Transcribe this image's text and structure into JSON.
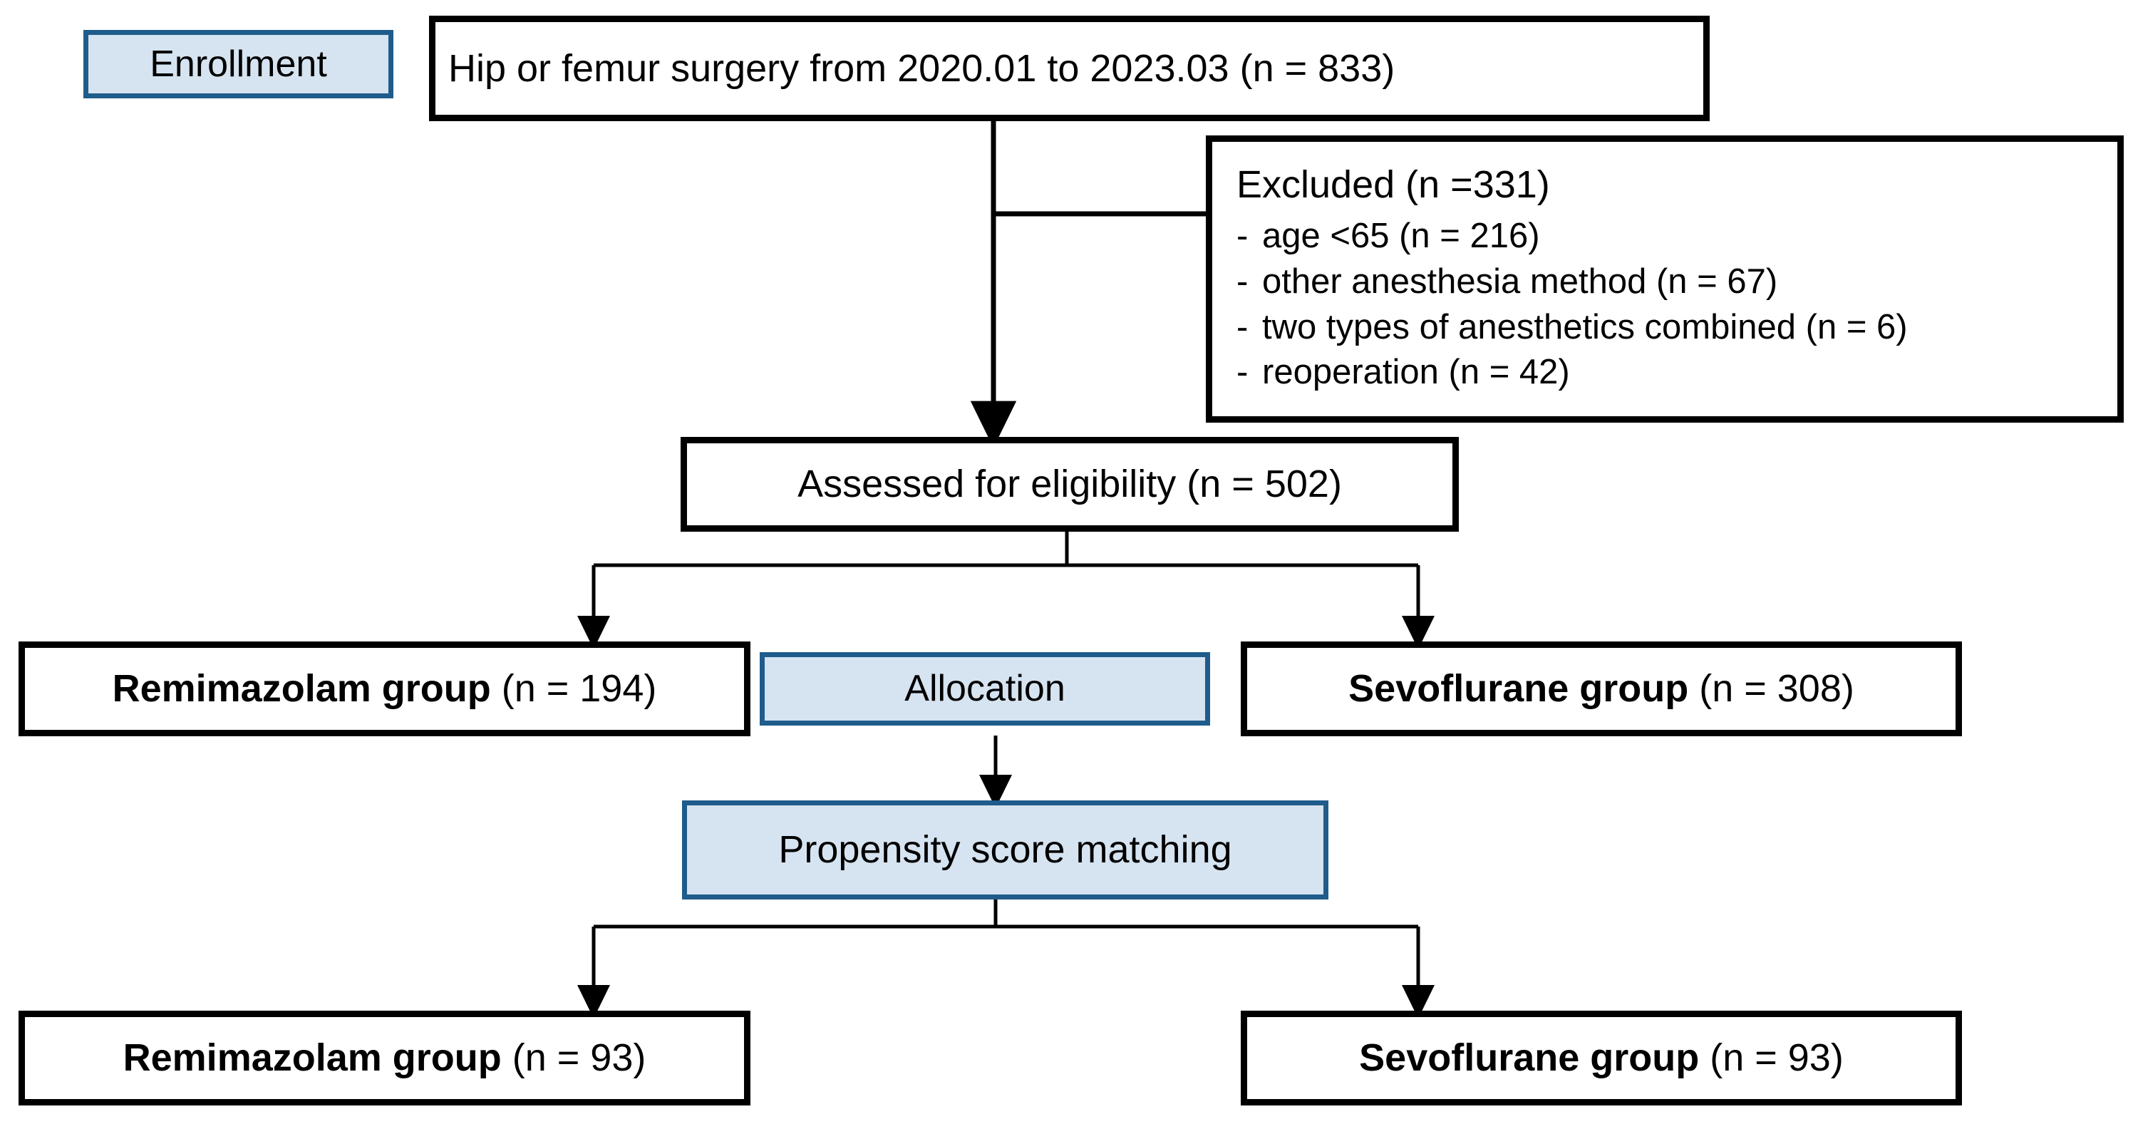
{
  "diagram": {
    "type": "flowchart",
    "title": "Patient enrollment and allocation flow diagram",
    "colors": {
      "badge_fill": "#d6e3f0",
      "badge_border": "#1f5c8b",
      "box_border": "#000000",
      "background": "#ffffff"
    }
  },
  "stage_labels": {
    "enrollment": "Enrollment",
    "allocation": "Allocation"
  },
  "nodes": {
    "enrolled": "Hip or femur surgery from 2020.01 to 2023.03 (n = 833)",
    "excluded_title": "Excluded  (n =331)",
    "excluded_items": [
      "age <65 (n = 216)",
      "other anesthesia method (n = 67)",
      "two types of anesthetics combined (n = 6)",
      "reoperation (n = 42)"
    ],
    "assessed": "Assessed for eligibility (n = 502)",
    "remimazolam_pre_bold": "Remimazolam group",
    "remimazolam_pre_n": " (n = 194)",
    "sevoflurane_pre_bold": "Sevoflurane group",
    "sevoflurane_pre_n": " (n = 308)",
    "psm": "Propensity score matching",
    "remimazolam_post_bold": "Remimazolam group",
    "remimazolam_post_n": " (n = 93)",
    "sevoflurane_post_bold": "Sevoflurane group",
    "sevoflurane_post_n": " (n = 93)"
  },
  "chart_data": {
    "type": "flow",
    "counts": {
      "screened": 833,
      "excluded_total": 331,
      "excluded_age_under_65": 216,
      "excluded_other_anesthesia_method": 67,
      "excluded_two_types_combined": 6,
      "excluded_reoperation": 42,
      "assessed_for_eligibility": 502,
      "remimazolam_before_matching": 194,
      "sevoflurane_before_matching": 308,
      "remimazolam_after_matching": 93,
      "sevoflurane_after_matching": 93
    },
    "date_range": "2020.01 to 2023.03"
  }
}
